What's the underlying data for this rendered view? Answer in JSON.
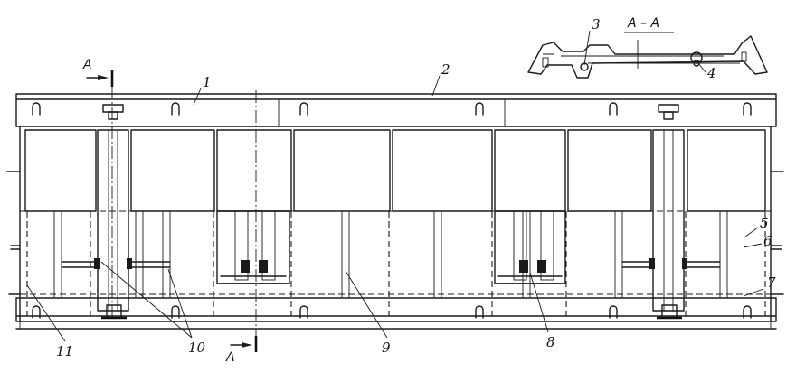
{
  "drawing": {
    "section_title": "А – А",
    "section_mark_top": "А",
    "section_mark_bottom": "А",
    "callouts": [
      "1",
      "2",
      "3",
      "4",
      "5",
      "6",
      "7",
      "8",
      "9",
      "10",
      "11"
    ]
  }
}
